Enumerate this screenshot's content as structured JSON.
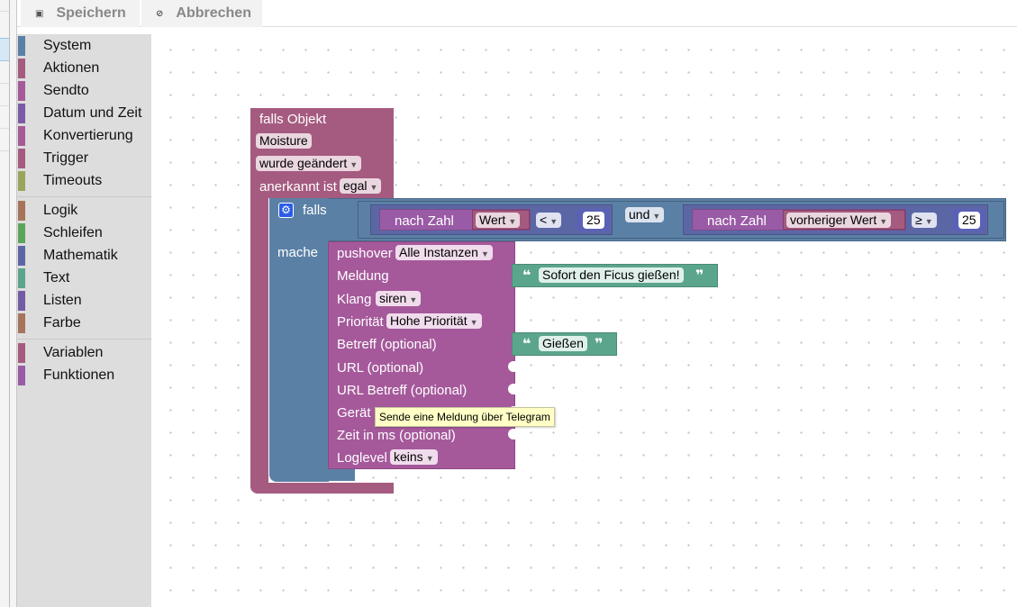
{
  "toolbar": {
    "save_label": "Speichern",
    "cancel_label": "Abbrechen",
    "save_icon": "floppy-icon",
    "cancel_icon": "cancel-circle-icon"
  },
  "toolbox": {
    "categories": [
      {
        "label": "System",
        "color": "#5b80a5"
      },
      {
        "label": "Aktionen",
        "color": "#a55b80"
      },
      {
        "label": "Sendto",
        "color": "#a5599b"
      },
      {
        "label": "Datum und Zeit",
        "color": "#7a5ba5"
      },
      {
        "label": "Konvertierung",
        "color": "#a55b96"
      },
      {
        "label": "Trigger",
        "color": "#a55b80"
      },
      {
        "label": "Timeouts",
        "color": "#9aa55b"
      },
      {
        "label": "Logik",
        "color": "#a5745b"
      },
      {
        "label": "Schleifen",
        "color": "#5ba55b"
      },
      {
        "label": "Mathematik",
        "color": "#5b67a5"
      },
      {
        "label": "Text",
        "color": "#5ba58c"
      },
      {
        "label": "Listen",
        "color": "#745ba5"
      },
      {
        "label": "Farbe",
        "color": "#a5745b"
      },
      {
        "label": "Variablen",
        "color": "#a55b80"
      },
      {
        "label": "Funktionen",
        "color": "#995ba5"
      }
    ]
  },
  "blocks": {
    "trigger": {
      "title": "falls Objekt",
      "object_id": "Moisture",
      "change_type": "wurde geändert",
      "ack_label": "anerkannt ist",
      "ack_value": "egal",
      "color": "#a55b80"
    },
    "if_block": {
      "falls_label": "falls",
      "mache_label": "mache",
      "color": "#5b80a5",
      "condition": {
        "left": {
          "label": "nach Zahl",
          "var": "Wert",
          "operator": "<",
          "number": "25"
        },
        "logic_operator": "und",
        "right": {
          "label": "nach Zahl",
          "var": "vorheriger Wert",
          "operator": "≥",
          "number": "25"
        }
      }
    },
    "pushover": {
      "title": "pushover",
      "instance": "Alle Instanzen",
      "color": "#a5599b",
      "rows": [
        {
          "label": "Meldung"
        },
        {
          "label": "Klang",
          "value": "siren"
        },
        {
          "label": "Priorität",
          "value": "Hohe Priorität"
        },
        {
          "label": "Betreff (optional)"
        },
        {
          "label": "URL (optional)"
        },
        {
          "label": "URL Betreff (optional)"
        },
        {
          "label": "Gerät"
        },
        {
          "label": "Zeit in ms (optional)"
        },
        {
          "label": "Loglevel",
          "value": "keins"
        }
      ],
      "message_text": "Sofort den Ficus gießen!",
      "subject_text": "Gießen",
      "text_color": "#5ba58c"
    }
  },
  "tooltip": "Sende eine Meldung über Telegram"
}
